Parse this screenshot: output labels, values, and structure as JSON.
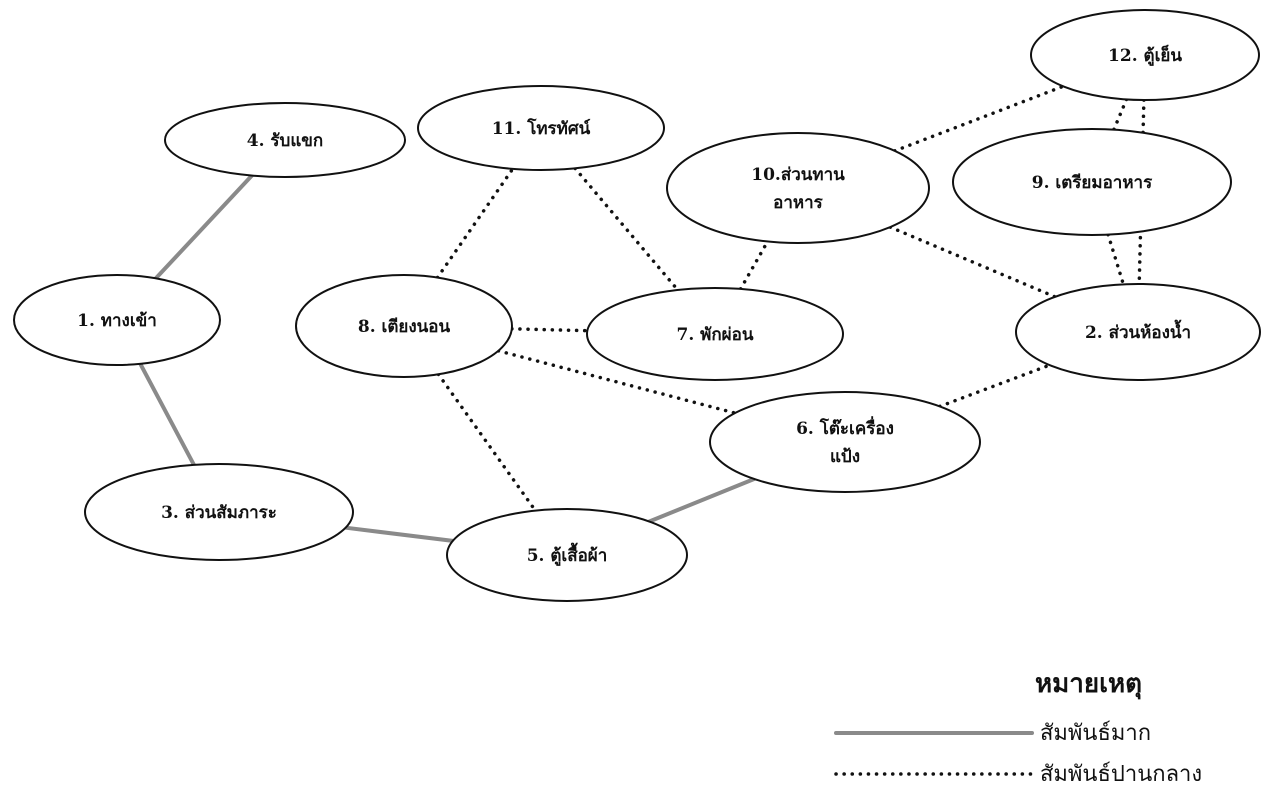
{
  "diagram": {
    "nodes": [
      {
        "id": "n1",
        "lines": [
          "1. ทางเข้า"
        ]
      },
      {
        "id": "n2",
        "lines": [
          "2. ส่วนห้องน้ำ"
        ]
      },
      {
        "id": "n3",
        "lines": [
          "3. ส่วนสัมภาระ"
        ]
      },
      {
        "id": "n4",
        "lines": [
          "4. รับแขก"
        ]
      },
      {
        "id": "n5",
        "lines": [
          "5. ตู้เสื้อผ้า"
        ]
      },
      {
        "id": "n6",
        "lines": [
          "6. โต๊ะเครื่อง",
          "แป้ง"
        ]
      },
      {
        "id": "n7",
        "lines": [
          "7. พักผ่อน"
        ]
      },
      {
        "id": "n8",
        "lines": [
          "8. เตียงนอน"
        ]
      },
      {
        "id": "n9",
        "lines": [
          "9. เตรียมอาหาร"
        ]
      },
      {
        "id": "n10",
        "lines": [
          "10.ส่วนทาน",
          "อาหาร"
        ]
      },
      {
        "id": "n11",
        "lines": [
          "11. โทรทัศน์"
        ]
      },
      {
        "id": "n12",
        "lines": [
          "12. ตู้เย็น"
        ]
      }
    ],
    "edges": [
      {
        "from": "n1",
        "to": "n4",
        "type": "strong"
      },
      {
        "from": "n1",
        "to": "n3",
        "type": "strong"
      },
      {
        "from": "n3",
        "to": "n5",
        "type": "strong"
      },
      {
        "from": "n5",
        "to": "n6",
        "type": "strong"
      },
      {
        "from": "n8",
        "to": "n11",
        "type": "medium"
      },
      {
        "from": "n11",
        "to": "n7",
        "type": "medium"
      },
      {
        "from": "n8",
        "to": "n7",
        "type": "medium"
      },
      {
        "from": "n8",
        "to": "n5",
        "type": "medium"
      },
      {
        "from": "n8",
        "to": "n6",
        "type": "medium"
      },
      {
        "from": "n7",
        "to": "n10",
        "type": "medium"
      },
      {
        "from": "n10",
        "to": "n12",
        "type": "medium"
      },
      {
        "from": "n10",
        "to": "n2",
        "type": "medium"
      },
      {
        "from": "n12",
        "to": "n9",
        "type": "medium"
      },
      {
        "from": "n9",
        "to": "n2",
        "type": "medium"
      },
      {
        "from": "n12",
        "to": "n2",
        "type": "medium"
      },
      {
        "from": "n6",
        "to": "n2",
        "type": "medium"
      }
    ]
  },
  "legend": {
    "title": "หมายเหตุ",
    "strong_label": "สัมพันธ์มาก",
    "medium_label": "สัมพันธ์ปานกลาง"
  },
  "colors": {
    "strong_line": "#8a8a8a",
    "medium_line": "#111111",
    "node_stroke": "#111111",
    "text": "#111111",
    "background": "#ffffff"
  }
}
